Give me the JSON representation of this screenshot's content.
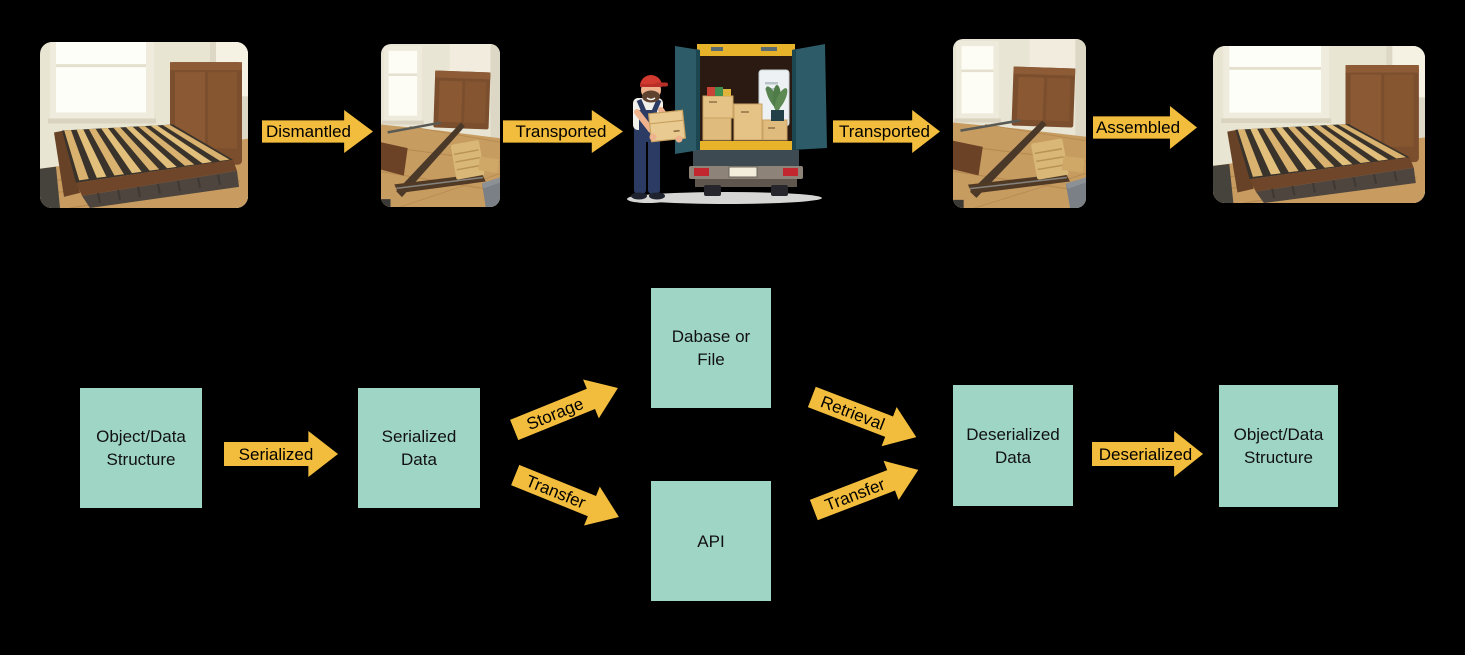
{
  "analogy": {
    "photos": [
      {
        "name": "assembled-bed-photo"
      },
      {
        "name": "dismantled-bed-photo"
      },
      {
        "name": "moving-truck-illustration"
      },
      {
        "name": "dismantled-bed-photo"
      },
      {
        "name": "assembled-bed-photo"
      }
    ],
    "arrows": [
      {
        "label": "Dismantled"
      },
      {
        "label": "Transported"
      },
      {
        "label": "Transported"
      },
      {
        "label": "Assembled"
      }
    ]
  },
  "flow": {
    "nodes": [
      {
        "id": "source-object",
        "label": "Object/Data Structure"
      },
      {
        "id": "serialized-data",
        "label": "Serialized Data"
      },
      {
        "id": "database-or-file",
        "label": "Dabase or File"
      },
      {
        "id": "api",
        "label": "API"
      },
      {
        "id": "deserialized-data",
        "label": "Deserialized Data"
      },
      {
        "id": "target-object",
        "label": "Object/Data Structure"
      }
    ],
    "edges": [
      {
        "label": "Serialized"
      },
      {
        "label": "Storage"
      },
      {
        "label": "Transfer"
      },
      {
        "label": "Retrieval"
      },
      {
        "label": "Transfer"
      },
      {
        "label": "Deserialized"
      }
    ]
  },
  "colors": {
    "background": "#000000",
    "node_fill": "#9ed5c5",
    "arrow_fill": "#f2bd3d",
    "label_text": "#000000"
  }
}
